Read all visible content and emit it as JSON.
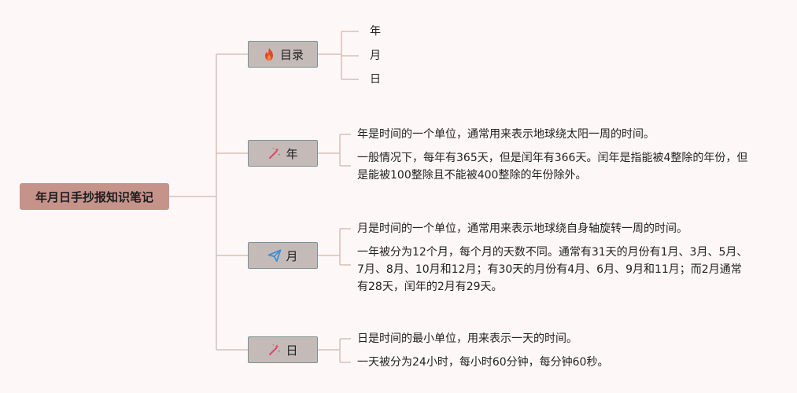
{
  "root": {
    "label": "年月日手抄报知识笔记"
  },
  "branches": [
    {
      "label": "目录",
      "icon": "fire-icon",
      "children": [
        "年",
        "月",
        "日"
      ]
    },
    {
      "label": "年",
      "icon": "magic-wand-icon",
      "children": [
        "年是时间的一个单位，通常用来表示地球绕太阳一周的时间。",
        "一般情况下，每年有365天，但是闰年有366天。闰年是指能被4整除的年份，但是能被100整除且不能被400整除的年份除外。"
      ]
    },
    {
      "label": "月",
      "icon": "paper-plane-icon",
      "children": [
        "月是时间的一个单位，通常用来表示地球绕自身轴旋转一周的时间。",
        "一年被分为12个月，每个月的天数不同。通常有31天的月份有1月、3月、5月、7月、8月、10月和12月；有30天的月份有4月、6月、9月和11月；而2月通常有28天，闰年的2月有29天。"
      ]
    },
    {
      "label": "日",
      "icon": "magic-wand-icon",
      "children": [
        "日是时间的最小单位，用来表示一天的时间。",
        "一天被分为24小时，每小时60分钟，每分钟60秒。"
      ]
    }
  ],
  "colors": {
    "background": "#fdf8f7",
    "root_fill": "#c6938a",
    "branch_fill": "#c4bbb8",
    "branch_border": "#7b9090",
    "connector": "#d7bfb8",
    "fire": "#e2462c",
    "wand": "#e0456b",
    "plane": "#3f8fd8"
  }
}
